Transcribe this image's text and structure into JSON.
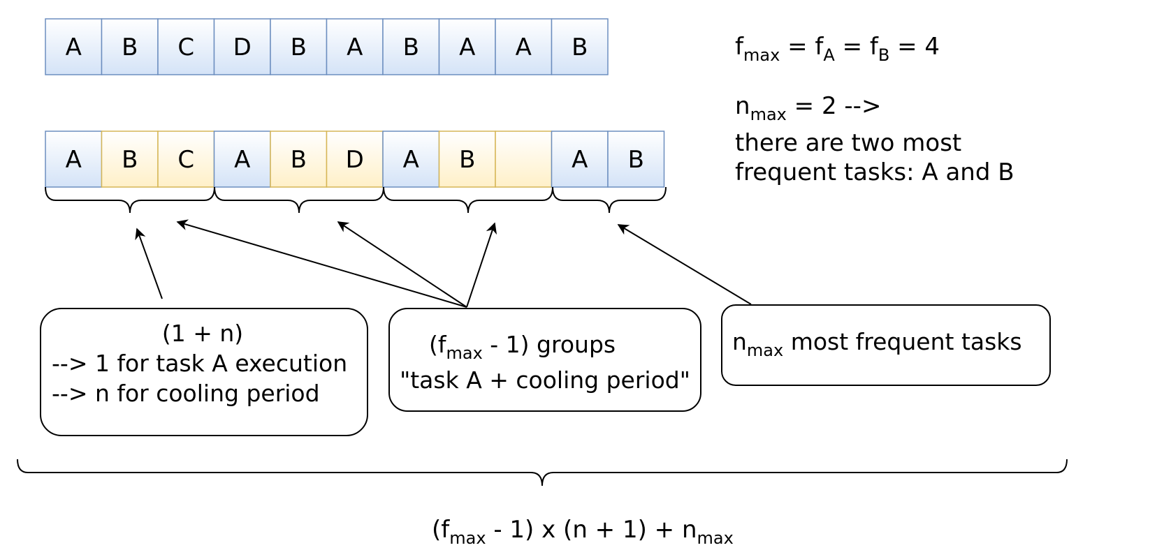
{
  "colors": {
    "task_cell_fill_top": "#ffffff",
    "task_cell_fill_bottom": "#d4e3f7",
    "task_cell_stroke": "#6c8ebf",
    "idle_cell_fill_top": "#ffffff",
    "idle_cell_fill_bottom": "#fff0c8",
    "idle_cell_stroke": "#d6b656",
    "line": "#000000"
  },
  "input_sequence": [
    "A",
    "B",
    "C",
    "D",
    "B",
    "A",
    "B",
    "A",
    "A",
    "B"
  ],
  "schedule": [
    {
      "label": "A",
      "kind": "task"
    },
    {
      "label": "B",
      "kind": "fill"
    },
    {
      "label": "C",
      "kind": "fill"
    },
    {
      "label": "A",
      "kind": "task"
    },
    {
      "label": "B",
      "kind": "fill"
    },
    {
      "label": "D",
      "kind": "fill"
    },
    {
      "label": "A",
      "kind": "task"
    },
    {
      "label": "B",
      "kind": "fill"
    },
    {
      "label": "",
      "kind": "fill"
    },
    {
      "label": "A",
      "kind": "task"
    },
    {
      "label": "B",
      "kind": "task"
    }
  ],
  "notes": {
    "fmax_line": {
      "f1": "f",
      "s1": "max",
      "t1": " = f",
      "s2": "A",
      "t2": " = f",
      "s3": "B",
      "t3": " = 4"
    },
    "nmax_line": {
      "n": "n",
      "sub": "max",
      "rest": " = 2 -->"
    },
    "line2": "there are two most",
    "line3": "frequent tasks: A and B"
  },
  "boxes": {
    "group_size": {
      "line1": "(1 + n)",
      "line2": "--> 1 for task A execution",
      "line3": "--> n for cooling period"
    },
    "groups": {
      "l1a": "(f",
      "l1sub": "max",
      "l1b": " - 1)  groups",
      "line2": "\"task A + cooling period\""
    },
    "tail": {
      "n": "n",
      "sub": "max",
      "rest": " most frequent tasks"
    }
  },
  "formula": {
    "a": "(f",
    "sub1": "max",
    "b": " - 1) x (n + 1) + n",
    "sub2": "max"
  }
}
